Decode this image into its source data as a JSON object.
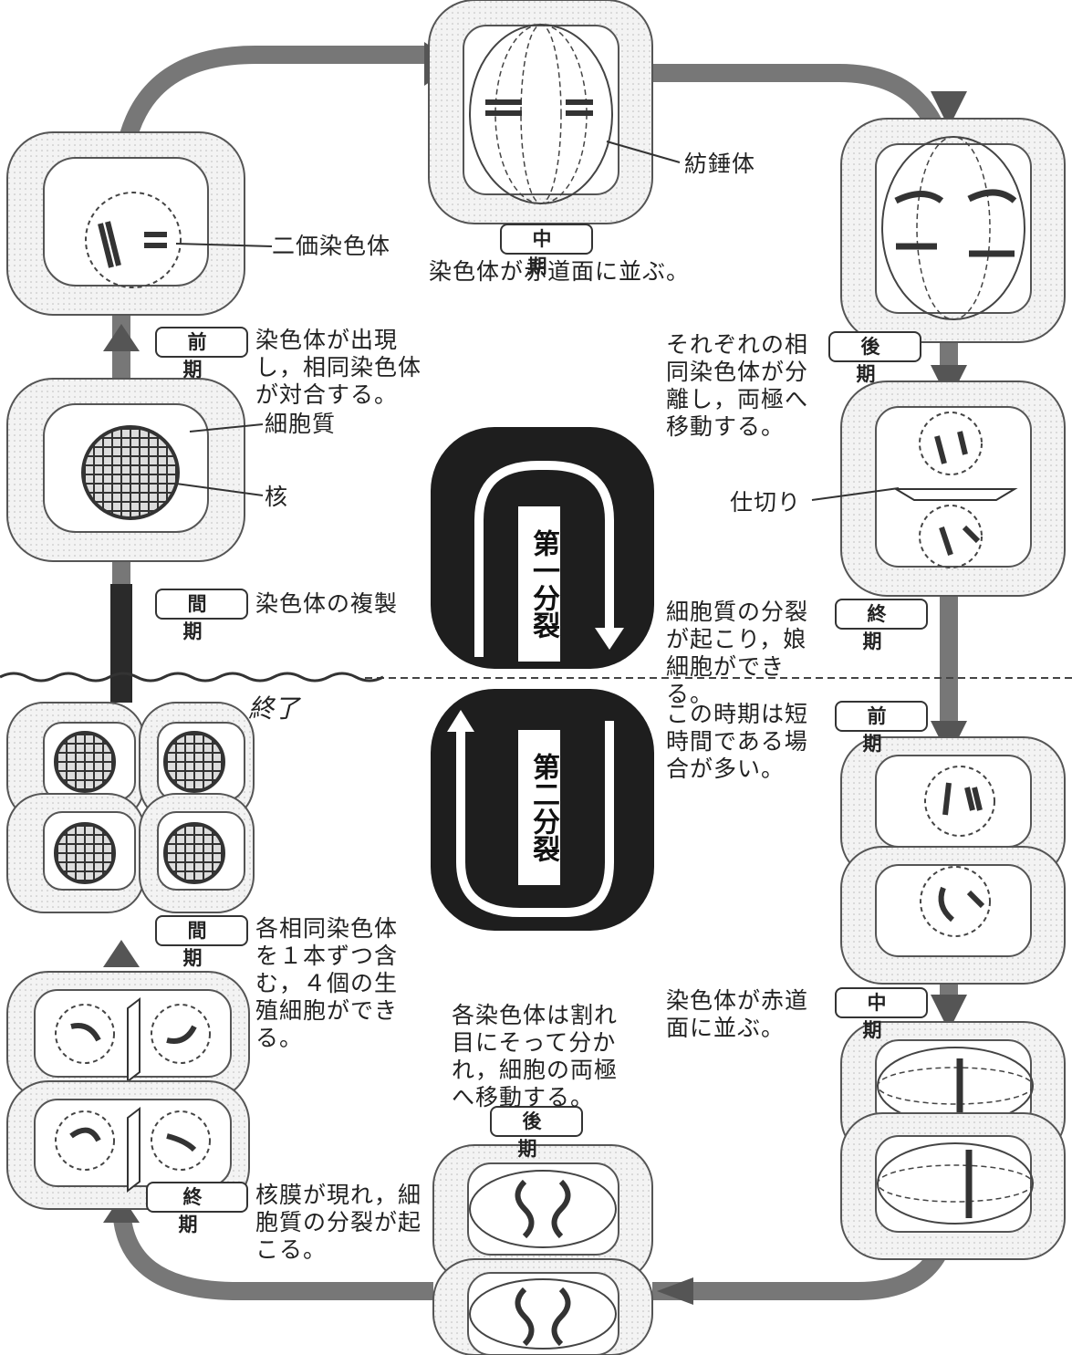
{
  "labels": {
    "spindle": "紡錘体",
    "bivalent": "二価染色体",
    "cytoplasm": "細胞質",
    "nucleus": "核",
    "partition": "仕切り",
    "end": "終了"
  },
  "meiosis1": {
    "title": "第一分裂",
    "interphase": {
      "stage": "間　期",
      "desc": "染色体の複製"
    },
    "prophase": {
      "stage": "前　期",
      "desc": "染色体が出現し，相同染色体が対合する。"
    },
    "metaphase": {
      "stage": "中　期",
      "desc": "染色体が赤道面に並ぶ。"
    },
    "anaphase": {
      "stage": "後　期",
      "desc": "それぞれの相同染色体が分離し，両極へ移動する。"
    },
    "telophase": {
      "stage": "終　期",
      "desc": "細胞質の分裂が起こり，娘細胞ができる。"
    }
  },
  "meiosis2": {
    "title": "第二分裂",
    "prophase": {
      "stage": "前　期",
      "desc": "この時期は短時間である場合が多い。"
    },
    "metaphase": {
      "stage": "中　期",
      "desc": "染色体が赤道面に並ぶ。"
    },
    "anaphase": {
      "stage": "後　期",
      "desc": "各染色体は割れ目にそって分かれ，細胞の両極へ移動する。"
    },
    "telophase": {
      "stage": "終　期",
      "desc": "核膜が現れ，細胞質の分裂が起こる。"
    },
    "interphase": {
      "stage": "間　期",
      "desc": "各相同染色体を１本ずつ含む，４個の生殖細胞ができる。"
    }
  },
  "colors": {
    "track": "#777777",
    "dark": "#1e1e1e",
    "panel": "#f1f1f1",
    "chrom": "#333333"
  }
}
